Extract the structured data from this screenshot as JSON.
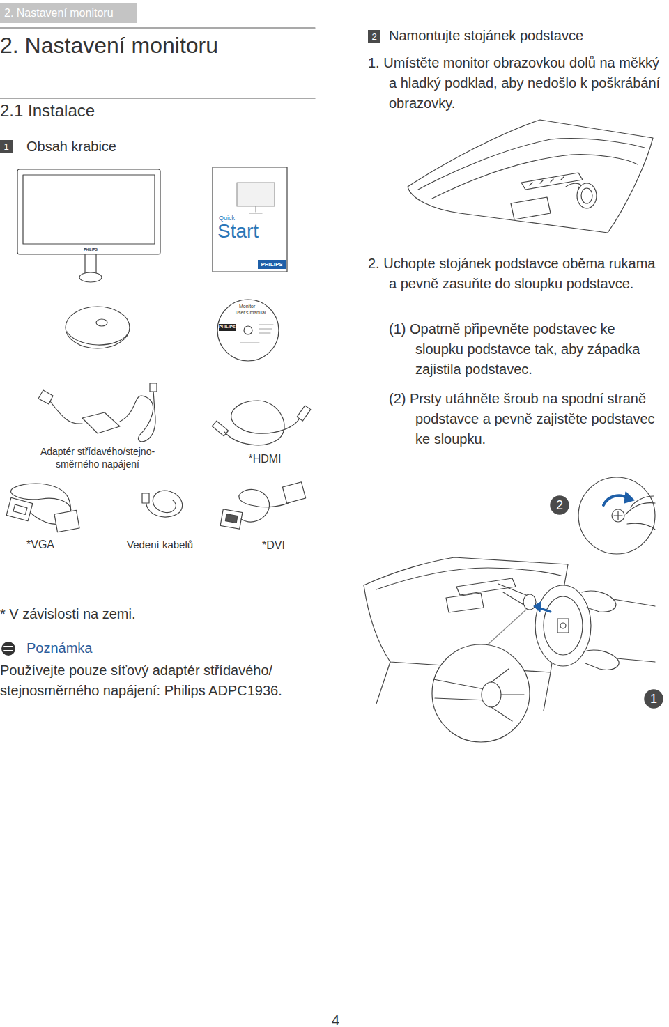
{
  "diagram": {
    "title": "2. Nastavení monitoru",
    "nodes": [
      {
        "text": [
          "2. Nastavení monitoru"
        ]
      },
      {
        "text": [
          "1"
        ]
      },
      {
        "text": [
          "2"
        ]
      },
      {
        "text": [
          "2"
        ]
      },
      {
        "text": [
          "1"
        ]
      }
    ],
    "labels": [
      "2.1 Instalace",
      "Obsah krabice",
      "PHILIPS",
      "Quick",
      "Start",
      "PHILIPS",
      "Monitor",
      "user's manual",
      "PHILIPS",
      "Adaptér střídavého/stejno- směrného napájení",
      "*HDMI",
      "*VGA",
      "Vedení kabelů",
      "*DVI",
      "* V závislosti na zemi.",
      "Poznámka",
      "Používejte pouze síťový adaptér střídavého/ stejnosměrného napájení: Philips ADPC1936.",
      "Namontujte stojánek podstavce",
      "1. Umístěte monitor obrazovkou dolů na měkký a hladký podklad, aby nedošlo k poškrábání obrazovky.",
      "2. Uchopte stojánek podstavce oběma rukama a pevně zasuňte do sloupku podstavce.",
      "(1) Opatrně připevněte podstavec ke sloupku podstavce tak, aby západka zajistila podstavec.",
      "(2) Prsty utáhněte šroub na spodní straně podstavce a pevně zajistěte podstavec ke sloupku.",
      "4"
    ]
  }
}
